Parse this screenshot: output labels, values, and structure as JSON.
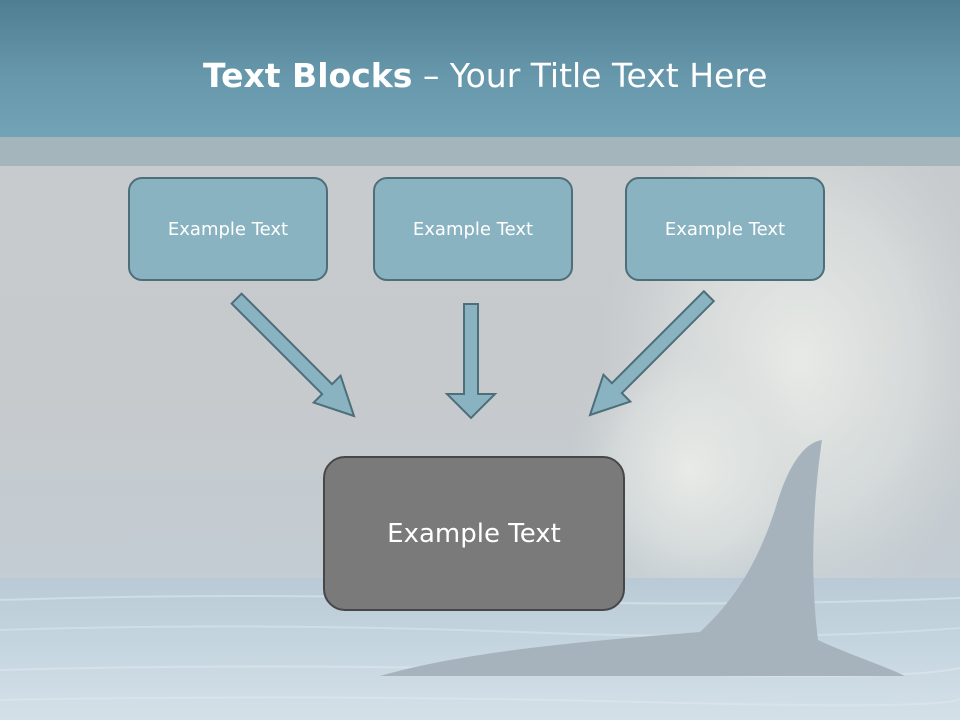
{
  "title": {
    "bold_part": "Text Blocks",
    "rest": " – Your Title Text Here"
  },
  "blocks": [
    {
      "label": "Example Text"
    },
    {
      "label": "Example Text"
    },
    {
      "label": "Example Text"
    }
  ],
  "center_block": {
    "label": "Example Text"
  },
  "colors": {
    "header": "#6797ab",
    "box_fill": "#8ab3c2",
    "box_border": "#4e6e7a",
    "center_fill": "#7a7a7a",
    "arrow_fill": "#8ab3c2"
  }
}
